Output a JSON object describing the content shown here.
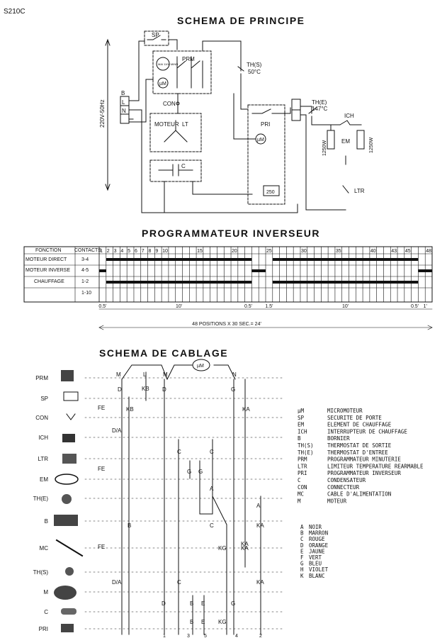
{
  "page_code": "S210C",
  "sections": {
    "schema_principe": "SCHEMA DE PRINCIPE",
    "programmateur": "PROGRAMMATEUR INVERSEUR",
    "schema_cablage": "SCHEMA DE CABLAGE"
  },
  "principe": {
    "supply": "220V-50Hz",
    "terminal_b": "B",
    "terminal_l": "L",
    "terminal_n": "N",
    "sp": "SP",
    "prm": "PRM",
    "mu": "µM",
    "mu2": "µM",
    "con": "CON",
    "moteur": "MOTEUR",
    "lt": "LT",
    "c": "C",
    "pri": "PRI",
    "ths": "TH(S)",
    "ths_temp": "50°C",
    "the": "TH(E)",
    "the_temp": "147°C",
    "ich": "ICH",
    "em": "EM",
    "ltr": "LTR",
    "w1": "1250W",
    "w2": "1250W",
    "r250": "250",
    "clock_label": "MAI 1100 MINN"
  },
  "programmer": {
    "col_fonction": "FONCTION",
    "col_contacts": "CONTACTS",
    "rows": [
      {
        "fonction": "MOTEUR DIRECT",
        "contacts": "3-4"
      },
      {
        "fonction": "MOTEUR INVERSE",
        "contacts": "4-5"
      },
      {
        "fonction": "CHAUFFAGE",
        "contacts": "1-2"
      },
      {
        "fonction": "",
        "contacts": "1-10"
      }
    ],
    "positions": [
      "1",
      "2",
      "3",
      "4",
      "5",
      "6",
      "7",
      "8",
      "9",
      "10",
      "15",
      "20",
      "25",
      "30",
      "35",
      "40",
      "43",
      "45",
      "48"
    ],
    "durations": [
      "0.5'",
      "10'",
      "0.5'",
      "1.5'",
      "10'",
      "0.5'",
      "1'"
    ],
    "total": "48 POSITIONS X 30 SEC.= 24'"
  },
  "wiring": {
    "components": [
      {
        "code": "PRM",
        "icon": "timer-icon"
      },
      {
        "code": "SP",
        "icon": "door-switch-icon"
      },
      {
        "code": "CON",
        "icon": "connector-icon"
      },
      {
        "code": "ICH",
        "icon": "heater-switch-icon"
      },
      {
        "code": "LTR",
        "icon": "limiter-icon"
      },
      {
        "code": "EM",
        "icon": "heating-element-icon"
      },
      {
        "code": "TH(E)",
        "icon": "thermostat-icon"
      },
      {
        "code": "B",
        "icon": "terminal-block-icon"
      },
      {
        "code": "MC",
        "icon": "power-cable-icon"
      },
      {
        "code": "TH(S)",
        "icon": "thermostat-out-icon"
      },
      {
        "code": "M",
        "icon": "motor-icon"
      },
      {
        "code": "C",
        "icon": "capacitor-icon"
      },
      {
        "code": "PRI",
        "icon": "reverser-timer-icon"
      }
    ],
    "top_letters": [
      "M",
      "L",
      "M",
      "N"
    ],
    "mu": "µM",
    "wire_labels": [
      "D",
      "KB",
      "D",
      "G",
      "FE",
      "KB",
      "D/A",
      "KA",
      "C",
      "C",
      "G",
      "G",
      "A",
      "FE",
      "B",
      "C",
      "KA",
      "A",
      "KA",
      "FE",
      "KG",
      "KA",
      "D/A",
      "C",
      "KA",
      "D",
      "B",
      "E",
      "G",
      "B",
      "E",
      "KG"
    ],
    "bottom_numbers": [
      "1",
      "3",
      "5",
      "4",
      "2"
    ]
  },
  "legend": [
    {
      "code": "µM",
      "label": "MICROMOTEUR"
    },
    {
      "code": "SP",
      "label": "SECURITE DE PORTE"
    },
    {
      "code": "EM",
      "label": "ELEMENT DE CHAUFFAGE"
    },
    {
      "code": "ICH",
      "label": "INTERRUPTEUR DE CHAUFFAGE"
    },
    {
      "code": "B",
      "label": "BORNIER"
    },
    {
      "code": "TH(S)",
      "label": "THERMOSTAT DE SORTIE"
    },
    {
      "code": "TH(E)",
      "label": "THERMOSTAT D'ENTREE"
    },
    {
      "code": "PRM",
      "label": "PROGRAMMATEUR MINUTERIE"
    },
    {
      "code": "LTR",
      "label": "LIMITEUR TEMPERATURE REARMABLE"
    },
    {
      "code": "PRI",
      "label": "PROGRAMMATEUR INVERSEUR"
    },
    {
      "code": "C",
      "label": "CONDENSATEUR"
    },
    {
      "code": "CON",
      "label": "CONNECTEUR"
    },
    {
      "code": "MC",
      "label": "CABLE D'ALIMENTATION"
    },
    {
      "code": "M",
      "label": "MOTEUR"
    }
  ],
  "colors": [
    {
      "code": "A",
      "label": "NOIR"
    },
    {
      "code": "B",
      "label": "MARRON"
    },
    {
      "code": "C",
      "label": "ROUGE"
    },
    {
      "code": "D",
      "label": "ORANGE"
    },
    {
      "code": "E",
      "label": "JAUNE"
    },
    {
      "code": "F",
      "label": "VERT"
    },
    {
      "code": "G",
      "label": "BLEU"
    },
    {
      "code": "H",
      "label": "VIOLET"
    },
    {
      "code": "K",
      "label": "BLANC"
    }
  ]
}
